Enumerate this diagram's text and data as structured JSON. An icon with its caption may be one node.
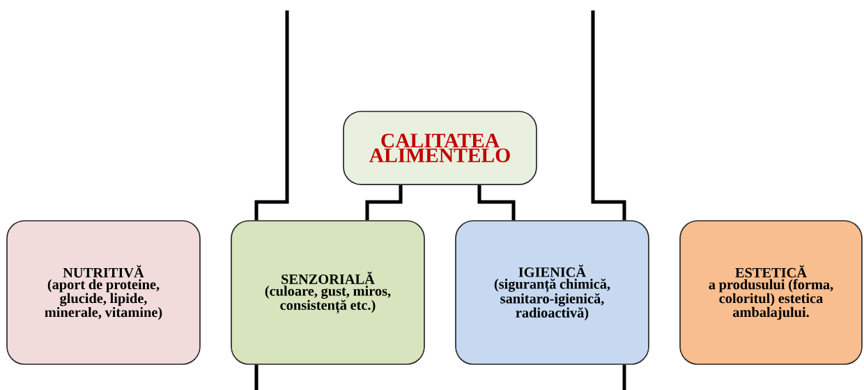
{
  "diagram": {
    "nodes": [
      {
        "text": [
          "CALITATEA ALIMENTELO"
        ]
      },
      {
        "text": [
          "NUTRITIVĂ",
          "(aport de proteine, glucide, lipide, minerale, vitamine)"
        ]
      },
      {
        "text": [
          "SENZORIALĂ",
          "(culoare, gust, miros, consistență etc.)"
        ]
      },
      {
        "text": [
          "IGIENICĂ",
          "(siguranță chimică, sanitaro-igienică, radioactivă)"
        ]
      },
      {
        "text": [
          "ESTETICĂ",
          "a produsului (forma, coloritul) estetica ambalajului."
        ]
      }
    ],
    "edges": [
      {
        "from": 0,
        "to": 2,
        "arrow": "none"
      },
      {
        "from": 0,
        "to": 3,
        "arrow": "none"
      },
      {
        "from": null,
        "to": 2,
        "arrow": "none"
      },
      {
        "from": null,
        "to": 3,
        "arrow": "none"
      },
      {
        "from": 2,
        "to": null,
        "arrow": "none"
      },
      {
        "from": 3,
        "to": null,
        "arrow": "none"
      }
    ]
  }
}
